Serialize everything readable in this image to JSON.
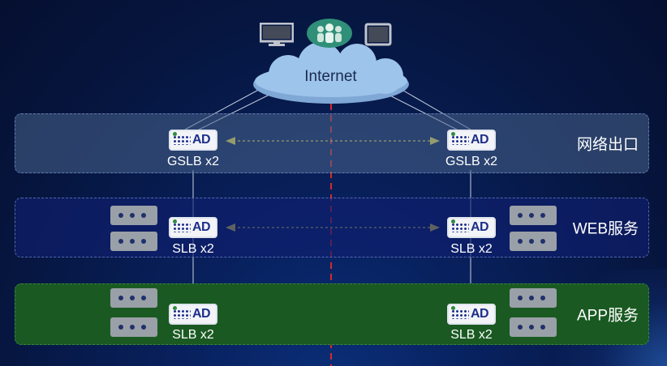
{
  "internet_label": "Internet",
  "layers": {
    "exit": {
      "label": "网络出口",
      "left_device": "GSLB x2",
      "right_device": "GSLB x2"
    },
    "web": {
      "label": "WEB服务",
      "left_device": "SLB x2",
      "right_device": "SLB x2"
    },
    "app": {
      "label": "APP服务",
      "left_device": "SLB x2",
      "right_device": "SLB x2"
    }
  },
  "device_text": "AD",
  "icons": [
    "monitor-icon",
    "users-icon",
    "tablet-icon",
    "cloud-icon",
    "server-icon"
  ],
  "colors": {
    "background": "#061640",
    "exit_layer": "#3a5272",
    "web_layer": "#101e6e",
    "app_layer": "#1a5a22",
    "sync_arrow": "#f0e04a",
    "divider": "#d42a2a",
    "cloud": "#9dc4ea",
    "users_circle": "#2f8f78"
  }
}
